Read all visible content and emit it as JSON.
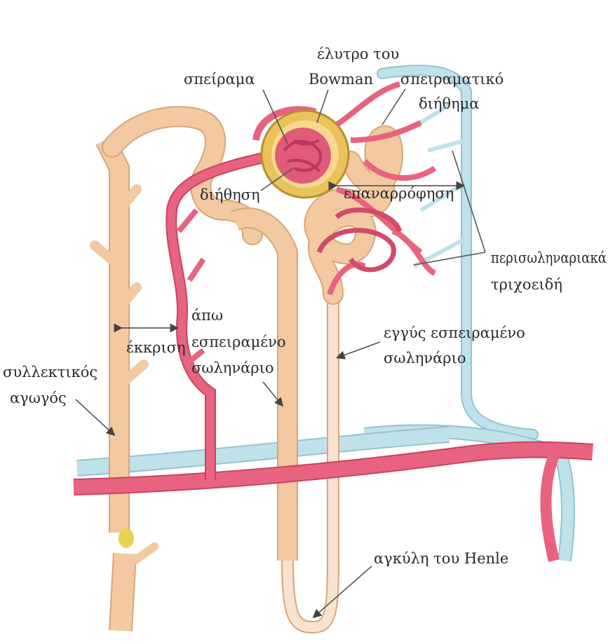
{
  "labels": {
    "bowman_line1": "έλυτρο του",
    "bowman_line2": "Bowman",
    "glomerulus": "σπείραμα",
    "glomerular_filtrate_line1": "σπειραματικό",
    "glomerular_filtrate_line2": "διήθημα",
    "filtration": "διήθηση",
    "reabsorption": "επαναρρόφηση",
    "peritubular_line1": "περισωληναριακά",
    "peritubular_line2": "τριχοειδή",
    "distal_line1": "άπω",
    "distal_line2": "εσπειραμένο",
    "distal_line3": "σωληνάριο",
    "secretion": "έκκριση",
    "proximal_line1": "εγγύς εσπειραμένο",
    "proximal_line2": "σωληνάριο",
    "collecting_line1": "συλλεκτικός",
    "collecting_line2": "αγωγός",
    "henle": "αγκύλη του Henle"
  },
  "colors": {
    "tubule": "#f2c9a1",
    "tubule_edge": "#d9a57a",
    "artery": "#e8637f",
    "artery_edge": "#c9445f",
    "vein": "#bfe1ea",
    "vein_edge": "#94c3d2",
    "capsule": "#e9c25c",
    "capsule_edge": "#b98f2e",
    "glomerulus": "#e05a7a",
    "background": "#ffffff"
  }
}
